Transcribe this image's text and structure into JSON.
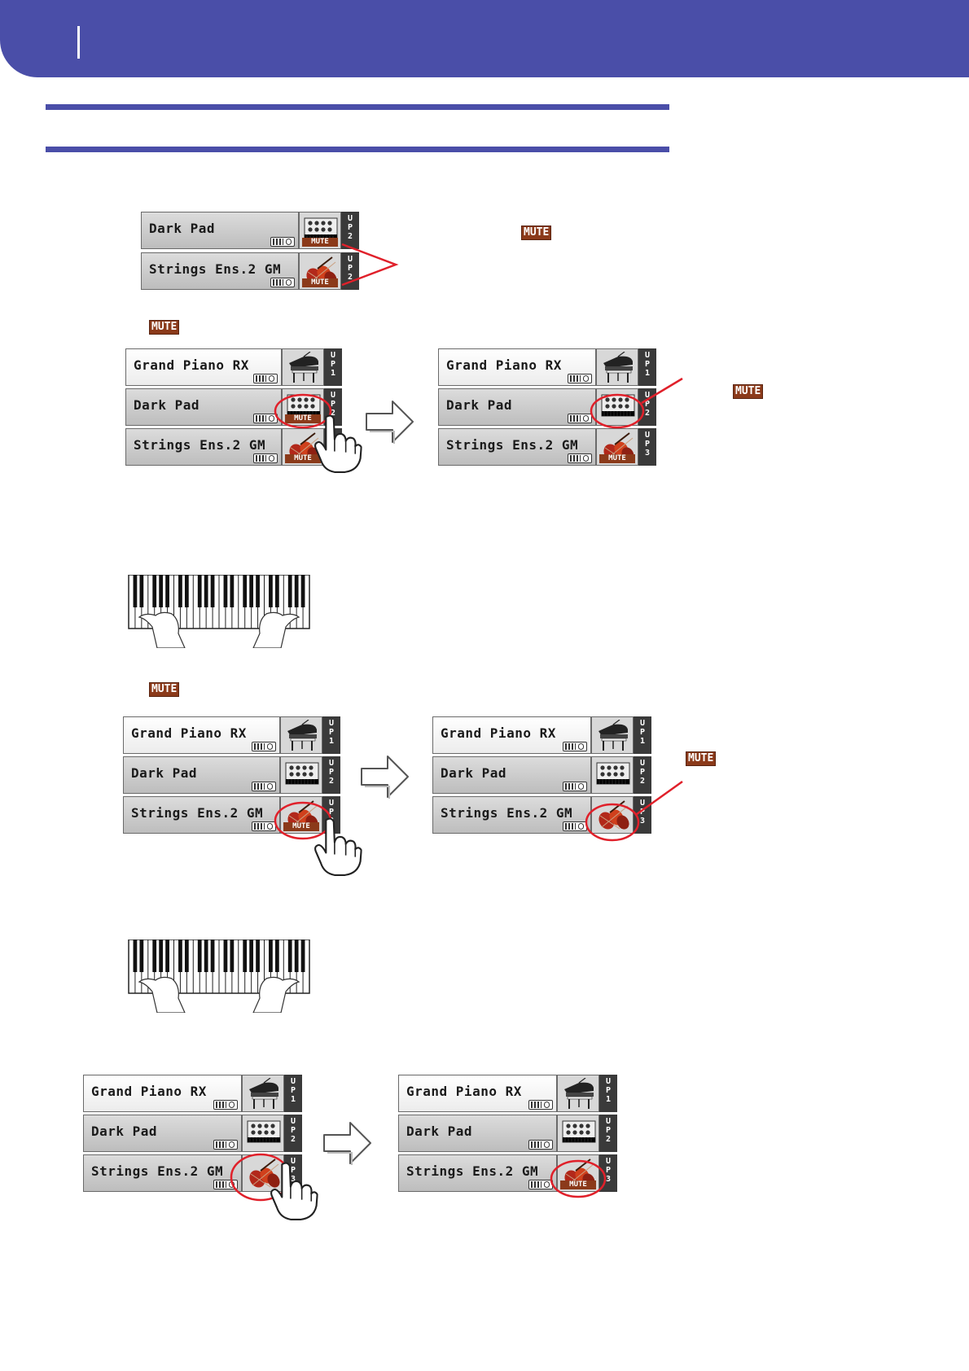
{
  "sound_names": {
    "grand_piano": "Grand Piano RX",
    "dark_pad": "Dark Pad",
    "strings": "Strings Ens.2 GM"
  },
  "track_tags": {
    "up1": [
      "U",
      "P",
      "1"
    ],
    "up2": [
      "U",
      "P",
      "2"
    ],
    "up3": [
      "U",
      "P",
      "3"
    ]
  },
  "mute_label": "MUTE",
  "icons": {
    "piano": "grand-piano-icon",
    "pad": "synth-pad-icon",
    "strings": "violin-section-icon",
    "finger": "pointing-hand-icon",
    "arrow": "right-arrow-icon",
    "keyboard": "keyboard-hands-icon"
  },
  "colors": {
    "header": "#4a4ea8",
    "mute_badge": "#8b3a1a",
    "highlight": "#e0202a"
  }
}
